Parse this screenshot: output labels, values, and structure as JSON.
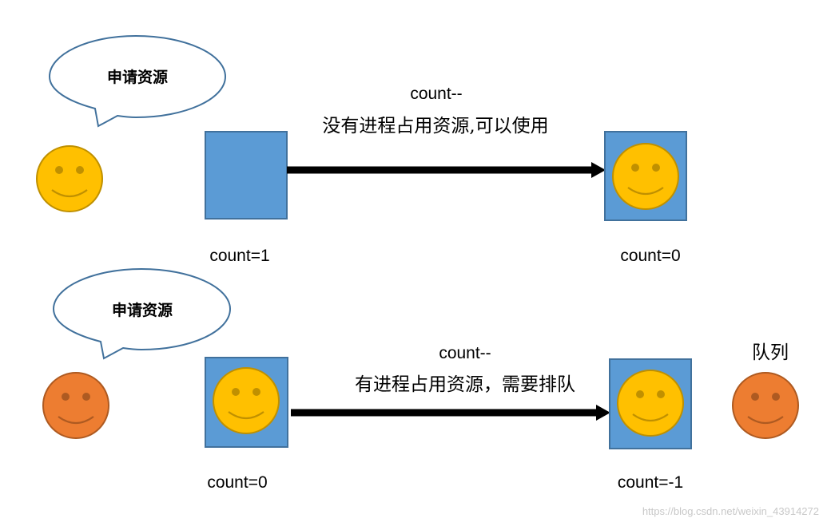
{
  "colors": {
    "resource_box": "#5b9bd5",
    "resource_box_border": "#41719c",
    "smiley_yellow": "#ffc000",
    "smiley_yellow_border": "#bf9000",
    "smiley_yellow_feature": "#c09000",
    "smiley_orange": "#ed7d31",
    "smiley_orange_border": "#ae5a21",
    "smiley_orange_feature": "#ae5a21",
    "bubble_border": "#41719c",
    "arrow": "#000000"
  },
  "top": {
    "bubble_text": "申请资源",
    "arrow_label": "count--",
    "arrow_caption": "没有进程占用资源,可以使用",
    "left_count": "count=1",
    "right_count": "count=0"
  },
  "bottom": {
    "bubble_text": "申请资源",
    "arrow_label": "count--",
    "arrow_caption": "有进程占用资源，需要排队",
    "left_count": "count=0",
    "right_count": "count=-1",
    "queue_label": "队列"
  },
  "watermark": "https://blog.csdn.net/weixin_43914272"
}
